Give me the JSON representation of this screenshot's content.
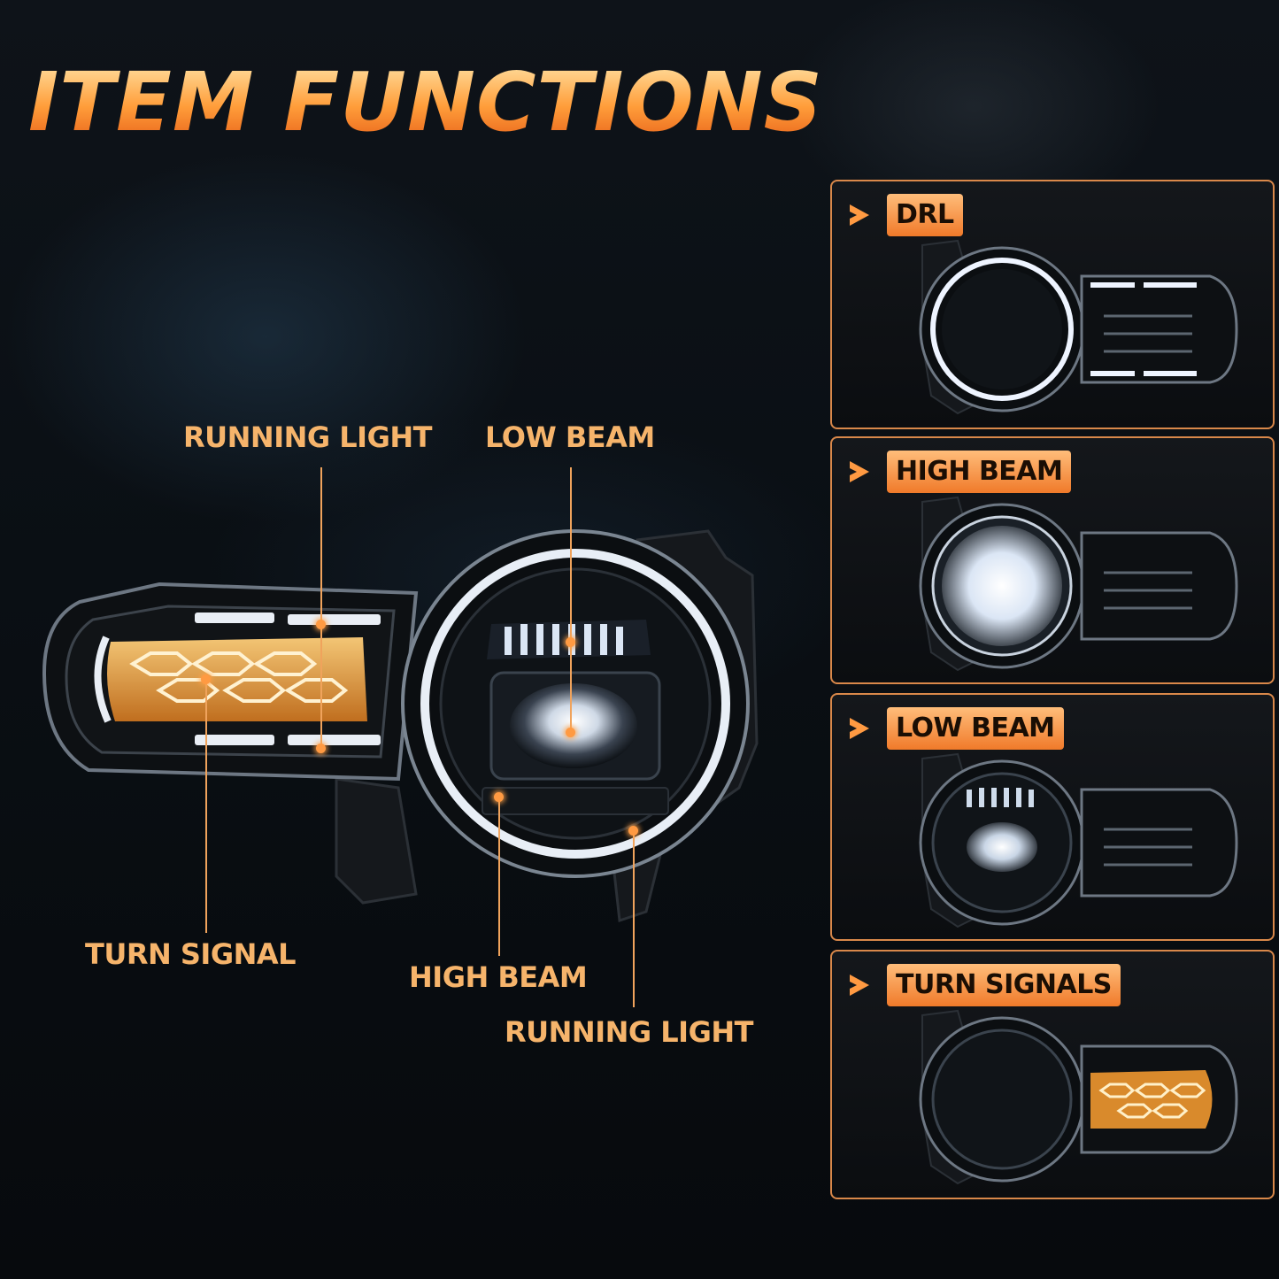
{
  "title": "ITEM FUNCTIONS",
  "callouts": {
    "running_light_top": "RUNNING LIGHT",
    "low_beam": "LOW BEAM",
    "turn_signal": "TURN SIGNAL",
    "high_beam": "HIGH BEAM",
    "running_light_bottom": "RUNNING LIGHT"
  },
  "panels": [
    {
      "label": "DRL",
      "mode": "drl"
    },
    {
      "label": "HIGH BEAM",
      "mode": "high"
    },
    {
      "label": "LOW BEAM",
      "mode": "low"
    },
    {
      "label": "TURN SIGNALS",
      "mode": "turn"
    }
  ],
  "colors": {
    "accent": "#f07a2a",
    "label_text": "#f6b46b",
    "amber_light": "#ffb347",
    "led_white": "#eef4ff"
  },
  "icons": [
    "arrow-right-icon"
  ]
}
